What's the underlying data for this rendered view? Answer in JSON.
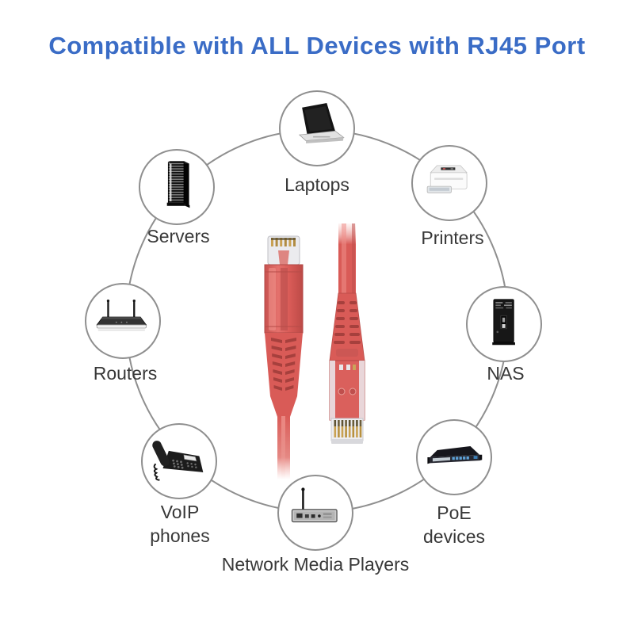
{
  "title": {
    "text": "Compatible with ALL Devices with RJ45 Port"
  },
  "diagram": {
    "center_item": "red RJ45 ethernet patch cable connectors",
    "devices": [
      {
        "label": "Laptops"
      },
      {
        "label": "Printers"
      },
      {
        "label": "NAS"
      },
      {
        "label": "PoE devices"
      },
      {
        "label": "Network Media Players"
      },
      {
        "label": "VoIP phones"
      },
      {
        "label": "Routers"
      },
      {
        "label": "Servers"
      }
    ]
  },
  "colors": {
    "title_blue": "#3a6cc6",
    "cable_red": "#d95b57",
    "ring_gray": "#8f8f8f",
    "label_gray": "#383838"
  }
}
